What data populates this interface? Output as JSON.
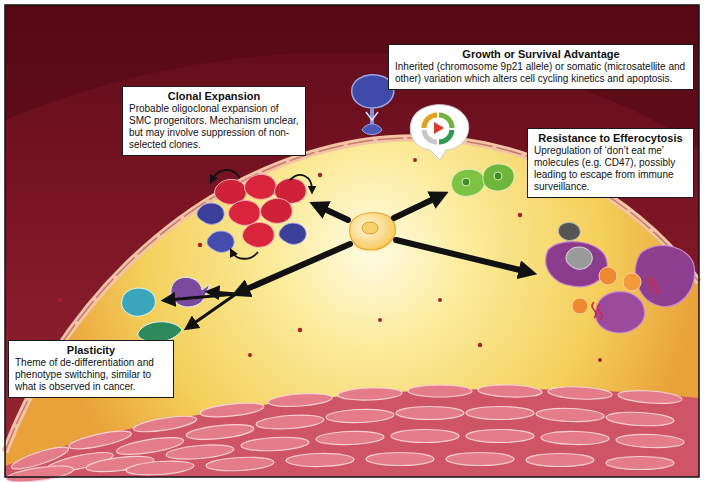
{
  "diagram": {
    "nodes": [
      {
        "text": [
          "Clonal Expansion",
          "Probable oligoclonal expansion of SMC progenitors. Mechanism unclear, but may involve suppression of non-selected clones."
        ]
      },
      {
        "text": [
          "Growth or Survival Advantage",
          "Inherited (chromosome 9p21 allele) or somatic (microsatellite and other) variation which alters cell cycling kinetics and apoptosis."
        ]
      },
      {
        "text": [
          "Resistance to Efferocytosis",
          "Upregulation of ‘don’t eat me’ molecules (e.g. CD47), possibly leading to escape from immune surveillance."
        ]
      },
      {
        "text": [
          "Plasticity",
          "Theme of de-differentiation and phenotype switching, similar to what is observed in cancer."
        ]
      }
    ]
  }
}
